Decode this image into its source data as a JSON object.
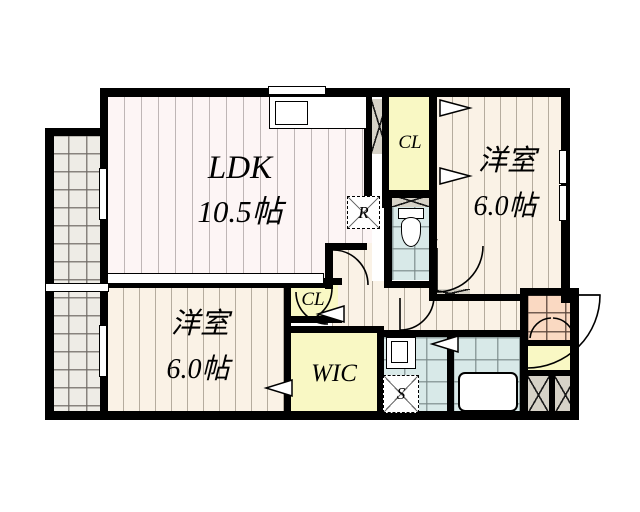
{
  "plan": {
    "type": "japanese-apartment-floor-plan",
    "layout_name": "2LDK",
    "background_color": "#ffffff",
    "wall_color": "#000000"
  },
  "rooms": [
    {
      "id": "ldk",
      "label": "LDK",
      "area_label": "10.5帖",
      "floor": "wood-light",
      "color": "#fdf5f5"
    },
    {
      "id": "washitsu_top",
      "label": "洋室",
      "area_label": "6.0帖",
      "floor": "wood-light",
      "color": "#faf2e6"
    },
    {
      "id": "washitsu_left",
      "label": "洋室",
      "area_label": "6.0帖",
      "floor": "wood-light",
      "color": "#faf2e6"
    },
    {
      "id": "cl_top",
      "label": "CL",
      "area_label": "",
      "floor": "closet",
      "color": "#f9f8c4"
    },
    {
      "id": "cl_mid",
      "label": "CL",
      "area_label": "",
      "floor": "closet",
      "color": "#f9f8c4"
    },
    {
      "id": "wic",
      "label": "WIC",
      "area_label": "",
      "floor": "closet",
      "color": "#f9f8c4"
    },
    {
      "id": "toilet",
      "label": "",
      "area_label": "",
      "floor": "tile",
      "color": "#d8e9e8"
    },
    {
      "id": "washroom",
      "label": "",
      "area_label": "",
      "floor": "tile",
      "color": "#d8e9e8"
    },
    {
      "id": "bath",
      "label": "",
      "area_label": "",
      "floor": "tile",
      "color": "#d8e9e8"
    },
    {
      "id": "entrance",
      "label": "",
      "area_label": "",
      "floor": "tile-entry",
      "color": "#fad9c2"
    },
    {
      "id": "balcony",
      "label": "",
      "area_label": "",
      "floor": "balcony-grid",
      "color": "#eeece6"
    }
  ],
  "markers": {
    "refrigerator": "R",
    "washing_machine": "S"
  },
  "fixtures": {
    "kitchen_counter": "kitchen-counter",
    "kitchen_sink": "sink",
    "toilet_bowl": "toilet",
    "bath_tub": "bathtub",
    "vanity_sink": "vanity",
    "shoe_cabinet": "shoe-cabinet"
  },
  "colors": {
    "wall": "#000000",
    "ldk_floor": "#fdf5f5",
    "room_floor": "#faf2e6",
    "closet_yellow": "#f9f8c4",
    "tile_blue": "#d8e9e8",
    "entry_salmon": "#fad9c2",
    "balcony_gray": "#eeece6",
    "cabinet_gray": "#d6d2c7"
  }
}
